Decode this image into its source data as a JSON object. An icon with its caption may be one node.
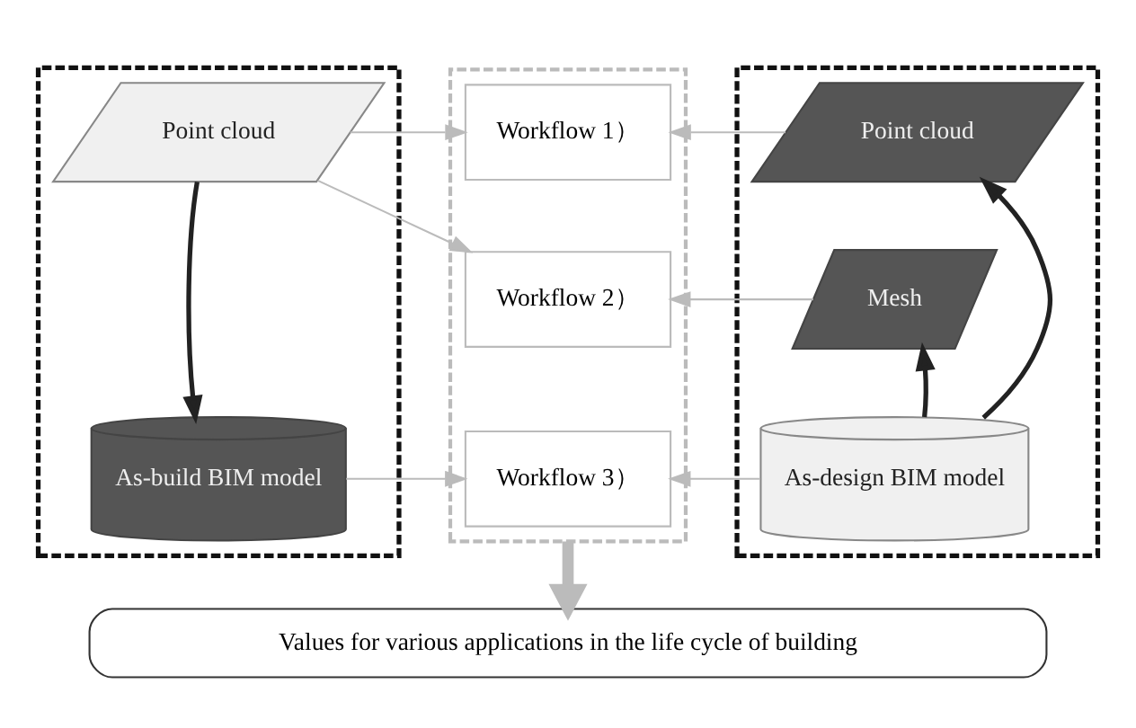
{
  "diagram": {
    "nodes": [
      {
        "text": [],
        "shape": "box"
      },
      {
        "text": [
          "Point cloud"
        ],
        "in": 0
      },
      {
        "text": [
          "As-build BIM model"
        ],
        "in": 0
      },
      {
        "text": [],
        "shape": "box"
      },
      {
        "text": [
          "Workflow 1）"
        ],
        "in": 3
      },
      {
        "text": [
          "Workflow 2）"
        ],
        "in": 3
      },
      {
        "text": [
          "Workflow 3）"
        ],
        "in": 3
      },
      {
        "text": [],
        "shape": "box"
      },
      {
        "text": [
          "Point cloud"
        ],
        "in": 7
      },
      {
        "text": [
          "Mesh"
        ],
        "in": 7
      },
      {
        "text": [
          "As-design BIM model"
        ],
        "in": 7
      },
      {
        "text": [
          "Values for various applications in the life cycle of building"
        ]
      }
    ],
    "edges": [
      {
        "from": 1,
        "to": 2,
        "arrow": "to",
        "style": "thick",
        "color": "#222222"
      },
      {
        "from": 1,
        "to": 4,
        "arrow": "to"
      },
      {
        "from": 1,
        "to": 5,
        "arrow": "to"
      },
      {
        "from": 2,
        "to": 6,
        "arrow": "to"
      },
      {
        "from": 8,
        "to": 4,
        "arrow": "to"
      },
      {
        "from": 9,
        "to": 5,
        "arrow": "to"
      },
      {
        "from": 10,
        "to": 6,
        "arrow": "to"
      },
      {
        "from": 10,
        "to": 9,
        "arrow": "to",
        "style": "thick",
        "color": "#222222"
      },
      {
        "from": 10,
        "to": 8,
        "arrow": "to",
        "style": "thick",
        "color": "#222222"
      },
      {
        "from": 3,
        "to": 11,
        "arrow": "to",
        "style": "thick"
      }
    ]
  }
}
